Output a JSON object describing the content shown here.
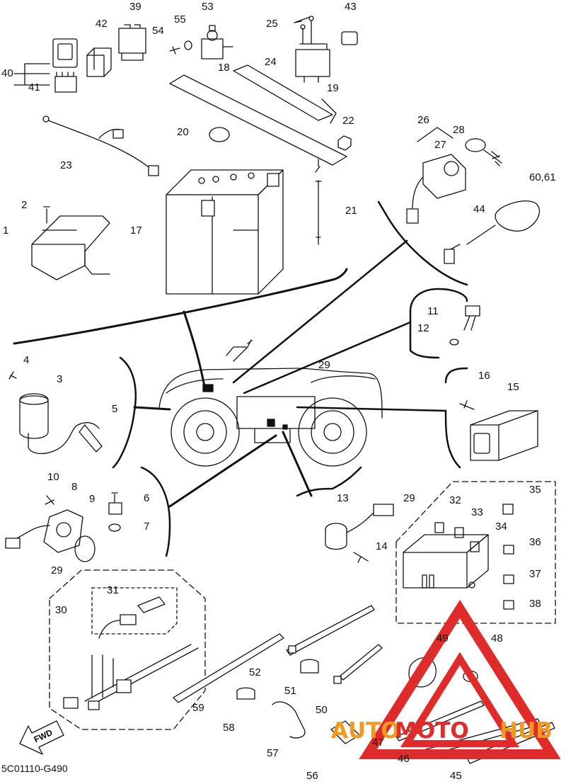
{
  "diagram": {
    "code": "5C01110-G490",
    "fwd_label": "FWD",
    "watermark": {
      "part1": "UTO",
      "part2": "MOTO",
      "part3": "HUB",
      "color_red": "#e02b2b",
      "color_orange": "#f39a1e"
    },
    "callouts": {
      "n1": "1",
      "n2": "2",
      "n3": "3",
      "n4": "4",
      "n5": "5",
      "n6": "6",
      "n7": "7",
      "n8": "8",
      "n9": "9",
      "n10": "10",
      "n11": "11",
      "n12": "12",
      "n13": "13",
      "n14": "14",
      "n15": "15",
      "n16": "16",
      "n17": "17",
      "n18": "18",
      "n19": "19",
      "n20": "20",
      "n21": "21",
      "n22": "22",
      "n23": "23",
      "n24": "24",
      "n25": "25",
      "n26": "26",
      "n27": "27",
      "n28": "28",
      "n29a": "29",
      "n29b": "29",
      "n29c": "29",
      "n30": "30",
      "n31": "31",
      "n32": "32",
      "n33": "33",
      "n34": "34",
      "n35": "35",
      "n36": "36",
      "n37": "37",
      "n38": "38",
      "n39": "39",
      "n40": "40",
      "n41": "41",
      "n42": "42",
      "n43": "43",
      "n44": "44",
      "n45": "45",
      "n46": "46",
      "n47": "47",
      "n48": "48",
      "n49": "49",
      "n50": "50",
      "n51": "51",
      "n52": "52",
      "n53": "53",
      "n54": "54",
      "n55": "55",
      "n56": "56",
      "n57": "57",
      "n58": "58",
      "n59": "59",
      "n6061": "60,61"
    }
  }
}
